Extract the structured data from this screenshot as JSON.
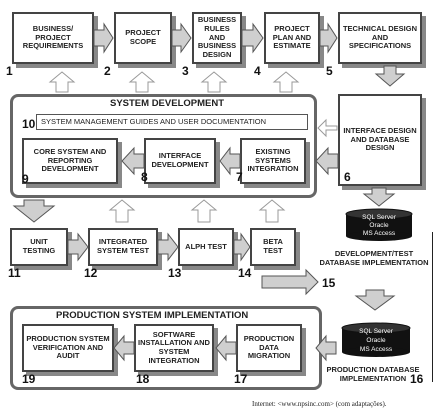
{
  "top_boxes": [
    {
      "num": "1",
      "label": "BUSINESS/ PROJECT REQUIREMENTS"
    },
    {
      "num": "2",
      "label": "PROJECT SCOPE"
    },
    {
      "num": "3",
      "label": "BUSINESS RULES AND BUSINESS DESIGN"
    },
    {
      "num": "4",
      "label": "PROJECT PLAN AND ESTIMATE"
    },
    {
      "num": "5",
      "label": "TECHNICAL DESIGN AND SPECIFICATIONS"
    }
  ],
  "system_development": {
    "title": "SYSTEM DEVELOPMENT",
    "guides": {
      "num": "10",
      "label": "SYSTEM MANAGEMENT GUIDES AND USER DOCUMENTATION"
    },
    "core": {
      "num": "9",
      "label": "CORE SYSTEM AND REPORTING DEVELOPMENT"
    },
    "interface_dev": {
      "num": "8",
      "label": "INTERFACE DEVELOPMENT"
    },
    "existing": {
      "num": "7",
      "label": "EXISTING SYSTEMS INTEGRATION"
    }
  },
  "interface_db": {
    "num": "6",
    "label": "INTERFACE DESIGN AND DATABASE DESIGN"
  },
  "testing": [
    {
      "num": "11",
      "label": "UNIT TESTING"
    },
    {
      "num": "12",
      "label": "INTEGRATED SYSTEM TEST"
    },
    {
      "num": "13",
      "label": "ALPH TEST"
    },
    {
      "num": "14",
      "label": "BETA TEST"
    }
  ],
  "db_dev": {
    "num": "15",
    "lines": [
      "SQL Server",
      "Oracle",
      "MS Access"
    ],
    "label": "DEVELOPMENT/TEST DATABASE IMPLEMENTATION"
  },
  "production": {
    "title": "PRODUCTION SYSTEM IMPLEMENTATION",
    "verification": {
      "num": "19",
      "label": "PRODUCTION SYSTEM VERIFICATION AND AUDIT"
    },
    "software": {
      "num": "18",
      "label": "SOFTWARE INSTALLATION AND SYSTEM INTEGRATION"
    },
    "migration": {
      "num": "17",
      "label": "PRODUCTION DATA MIGRATION"
    }
  },
  "db_prod": {
    "num": "16",
    "lines": [
      "SQL Server",
      "Oracle",
      "MS Access"
    ],
    "label": "PRODUCTION DATABASE IMPLEMENTATION"
  },
  "caption": "Internet: <www.npsinc.com> (com adaptações).",
  "colors": {
    "arrow_fill": "#cfcfcf",
    "arrow_stroke": "#555555",
    "db_fill": "#111111"
  }
}
